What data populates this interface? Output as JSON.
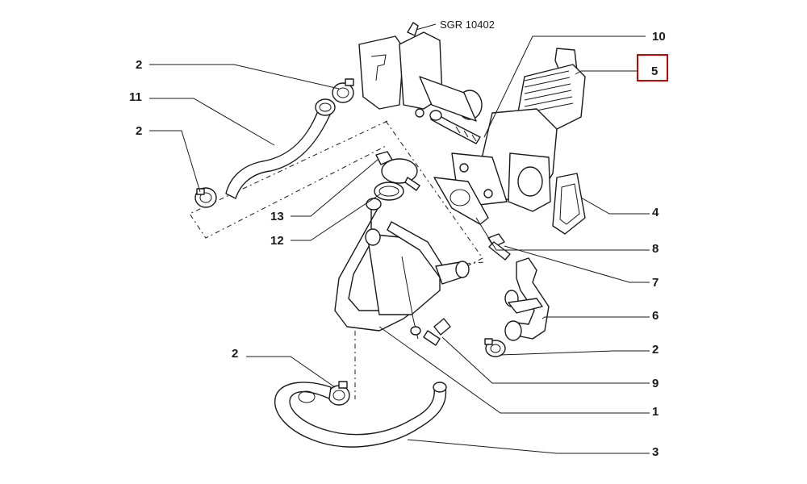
{
  "reference_code": "SGR 10402",
  "highlight_color": "#cc0000",
  "callouts": {
    "c10": "10",
    "c5": "5",
    "c2a": "2",
    "c11": "11",
    "c2b": "2",
    "c13": "13",
    "c12": "12",
    "c4": "4",
    "c8": "8",
    "c7": "7",
    "c6": "6",
    "c2c": "2",
    "c2d": "2",
    "c9": "9",
    "c1": "1",
    "c3": "3"
  },
  "highlighted_callout": "5"
}
